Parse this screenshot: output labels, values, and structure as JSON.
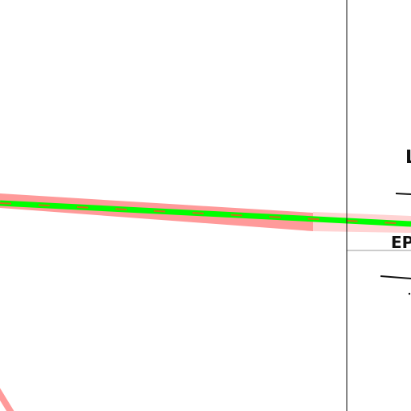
{
  "map": {
    "labels": {
      "upper": "L",
      "lower": "EP"
    },
    "colors": {
      "background": "#ffffff",
      "route_casing": "#ff9a9a",
      "route_casing_faded": "#ffd3d3",
      "route_core": "#00ff00",
      "route_dash": "#c8741a",
      "vertical_line": "#111111",
      "thin_line": "#9a9a9a",
      "tick": "#111111"
    },
    "features": [
      {
        "name": "route-line",
        "kind": "road"
      },
      {
        "name": "vertical-boundary-line",
        "kind": "boundary"
      },
      {
        "name": "panel-outline",
        "kind": "outline"
      },
      {
        "name": "bottom-left-road",
        "kind": "road"
      }
    ]
  }
}
